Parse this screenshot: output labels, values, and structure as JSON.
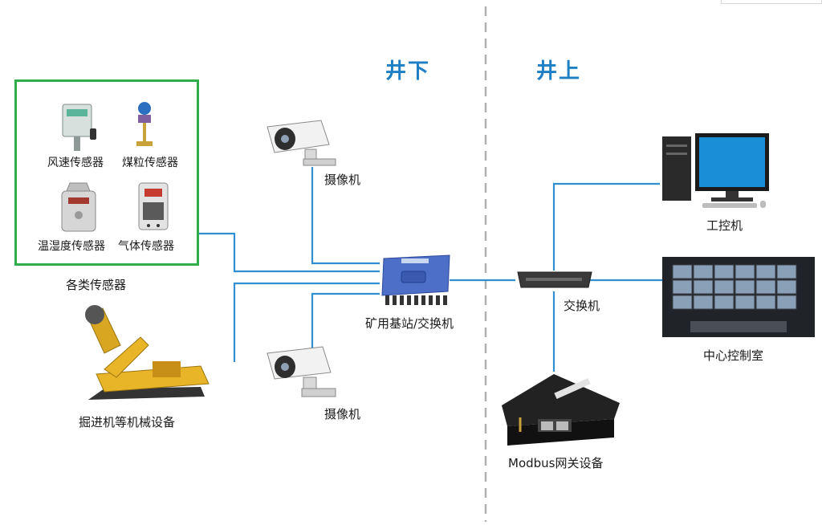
{
  "zones": {
    "underground": "井下",
    "surface": "井上"
  },
  "nodes": {
    "sensor_group": "各类传感器",
    "wind_sensor": "风速传感器",
    "coal_sensor": "煤粒传感器",
    "humidity_sensor": "温湿度传感器",
    "gas_sensor": "气体传感器",
    "camera_top": "摄像机",
    "camera_bottom": "摄像机",
    "base_station": "矿用基站/交换机",
    "roadheader": "掘进机等机械设备",
    "switch": "交换机",
    "industrial_pc": "工控机",
    "control_room": "中心控制室",
    "modbus_gateway": "Modbus网关设备"
  },
  "colors": {
    "line": "#2f8fd0",
    "zone_text": "#1e7fc4",
    "sensor_border": "#2fae4a",
    "divider": "#b0b0b0"
  }
}
